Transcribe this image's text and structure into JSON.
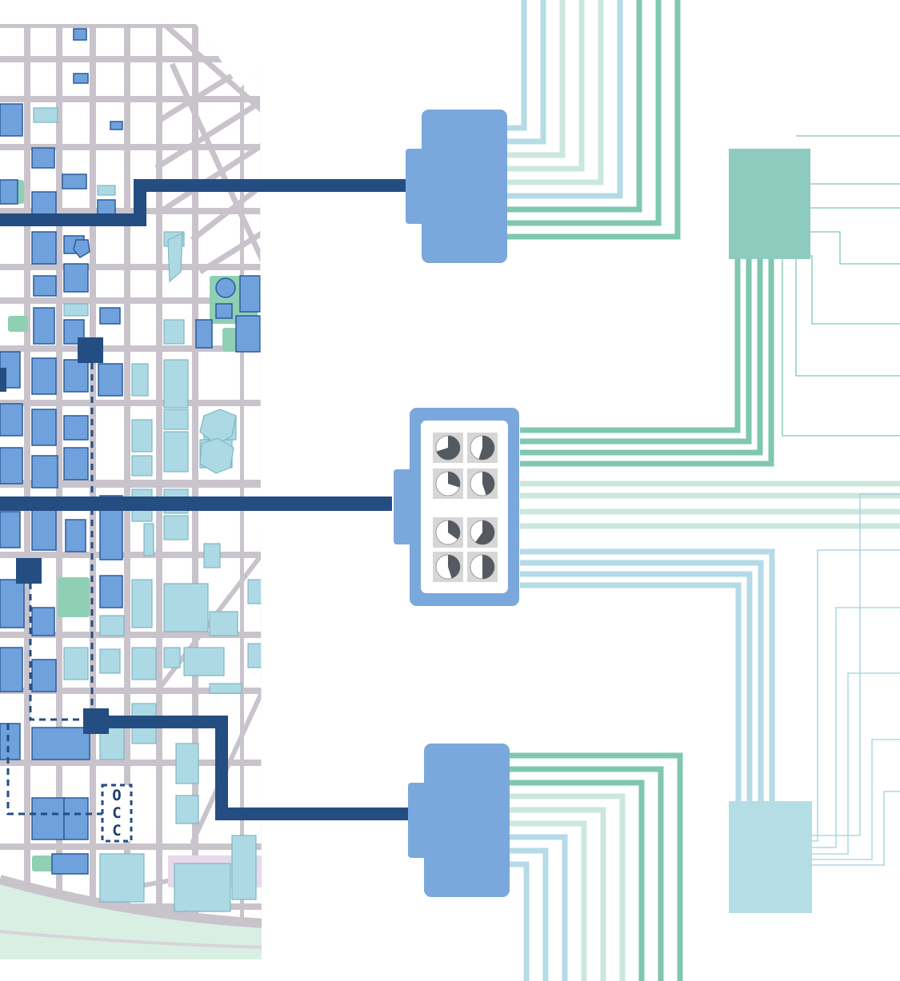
{
  "diagram": {
    "colors": {
      "street": "#c9c3cc",
      "street_minor": "#d8d3da",
      "block_fill": "#ffffff",
      "building_dark": "#6fa1dc",
      "building_dark_stroke": "#2d5b9a",
      "building_light": "#acd9e3",
      "building_light_stroke": "#7fb6c4",
      "park": "#8fd0b4",
      "park_light": "#d9efe4",
      "trunk": "#244d82",
      "hub_blue": "#7aa8dc",
      "teal": "#7fc7b0",
      "teal_light": "#cce7dd",
      "cyan": "#b4dbe6",
      "cyan_line": "#9fd0dc",
      "hub_teal": "#8ccbbd",
      "hub_cyan": "#b5dde6",
      "pie_dark": "#555a60",
      "pie_bg": "#d6d6d6"
    },
    "map_label_chars": [
      "O",
      "C",
      "C"
    ],
    "hubs": [
      {
        "name": "hub-top",
        "kind": "plain"
      },
      {
        "name": "hub-middle",
        "kind": "pie-panel"
      },
      {
        "name": "hub-bottom",
        "kind": "plain"
      }
    ],
    "endpoints": [
      {
        "name": "teal-endpoint"
      },
      {
        "name": "cyan-endpoint"
      }
    ]
  }
}
